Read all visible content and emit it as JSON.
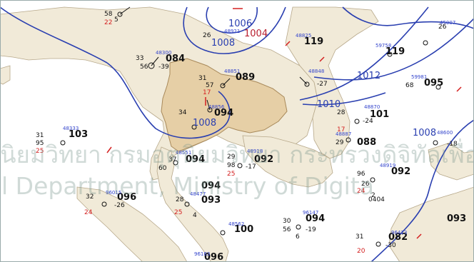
{
  "colors": {
    "sea": "#ffffff",
    "land_other": "#f1ead8",
    "land_thailand": "#e6cfa6",
    "isobar": "#2a3fb0",
    "watermark": "#7a968c",
    "red_marks": "#d42020"
  },
  "isobars": [
    "1006",
    "1004",
    "1008",
    "1010",
    "1012",
    "1008",
    "1008"
  ],
  "high_pressure": [
    "119",
    "119",
    "103",
    "101",
    "095",
    "092",
    "094",
    "094",
    "100",
    "096",
    "093",
    "096",
    "093",
    "089",
    "088",
    "084",
    "094",
    "082",
    "094",
    "092"
  ],
  "station_ids": [
    "48921",
    "48825",
    "48300",
    "59758",
    "48851",
    "48856",
    "48848",
    "59981",
    "48870",
    "48887",
    "48551",
    "48918",
    "48919",
    "48333",
    "48477",
    "96015",
    "48562",
    "96147",
    "96413",
    "96163",
    "45007",
    "48600"
  ],
  "obs_values": [
    "58",
    "22",
    "26",
    "33",
    "56",
    "31",
    "57",
    "17",
    "34",
    "28",
    "17",
    "37",
    "29",
    "68",
    "31",
    "95",
    "24",
    "25",
    "29",
    "98",
    "25",
    "28",
    "60",
    "96",
    "26",
    "32",
    "24",
    "20",
    "25",
    "30",
    "56",
    "31",
    "26",
    "-39",
    "-27",
    "-24",
    "-17",
    "-19",
    "-18",
    "-26",
    "-30",
    "5",
    "4",
    "6",
    "2",
    "0404"
  ],
  "watermark": {
    "line1": "นิยมวิทยา กรมอุตุนิยมวิทยา กระทรวงดิจิทัลเพื่อเศรษฐกิจ",
    "line2": "l Department, Ministry of Digita"
  }
}
